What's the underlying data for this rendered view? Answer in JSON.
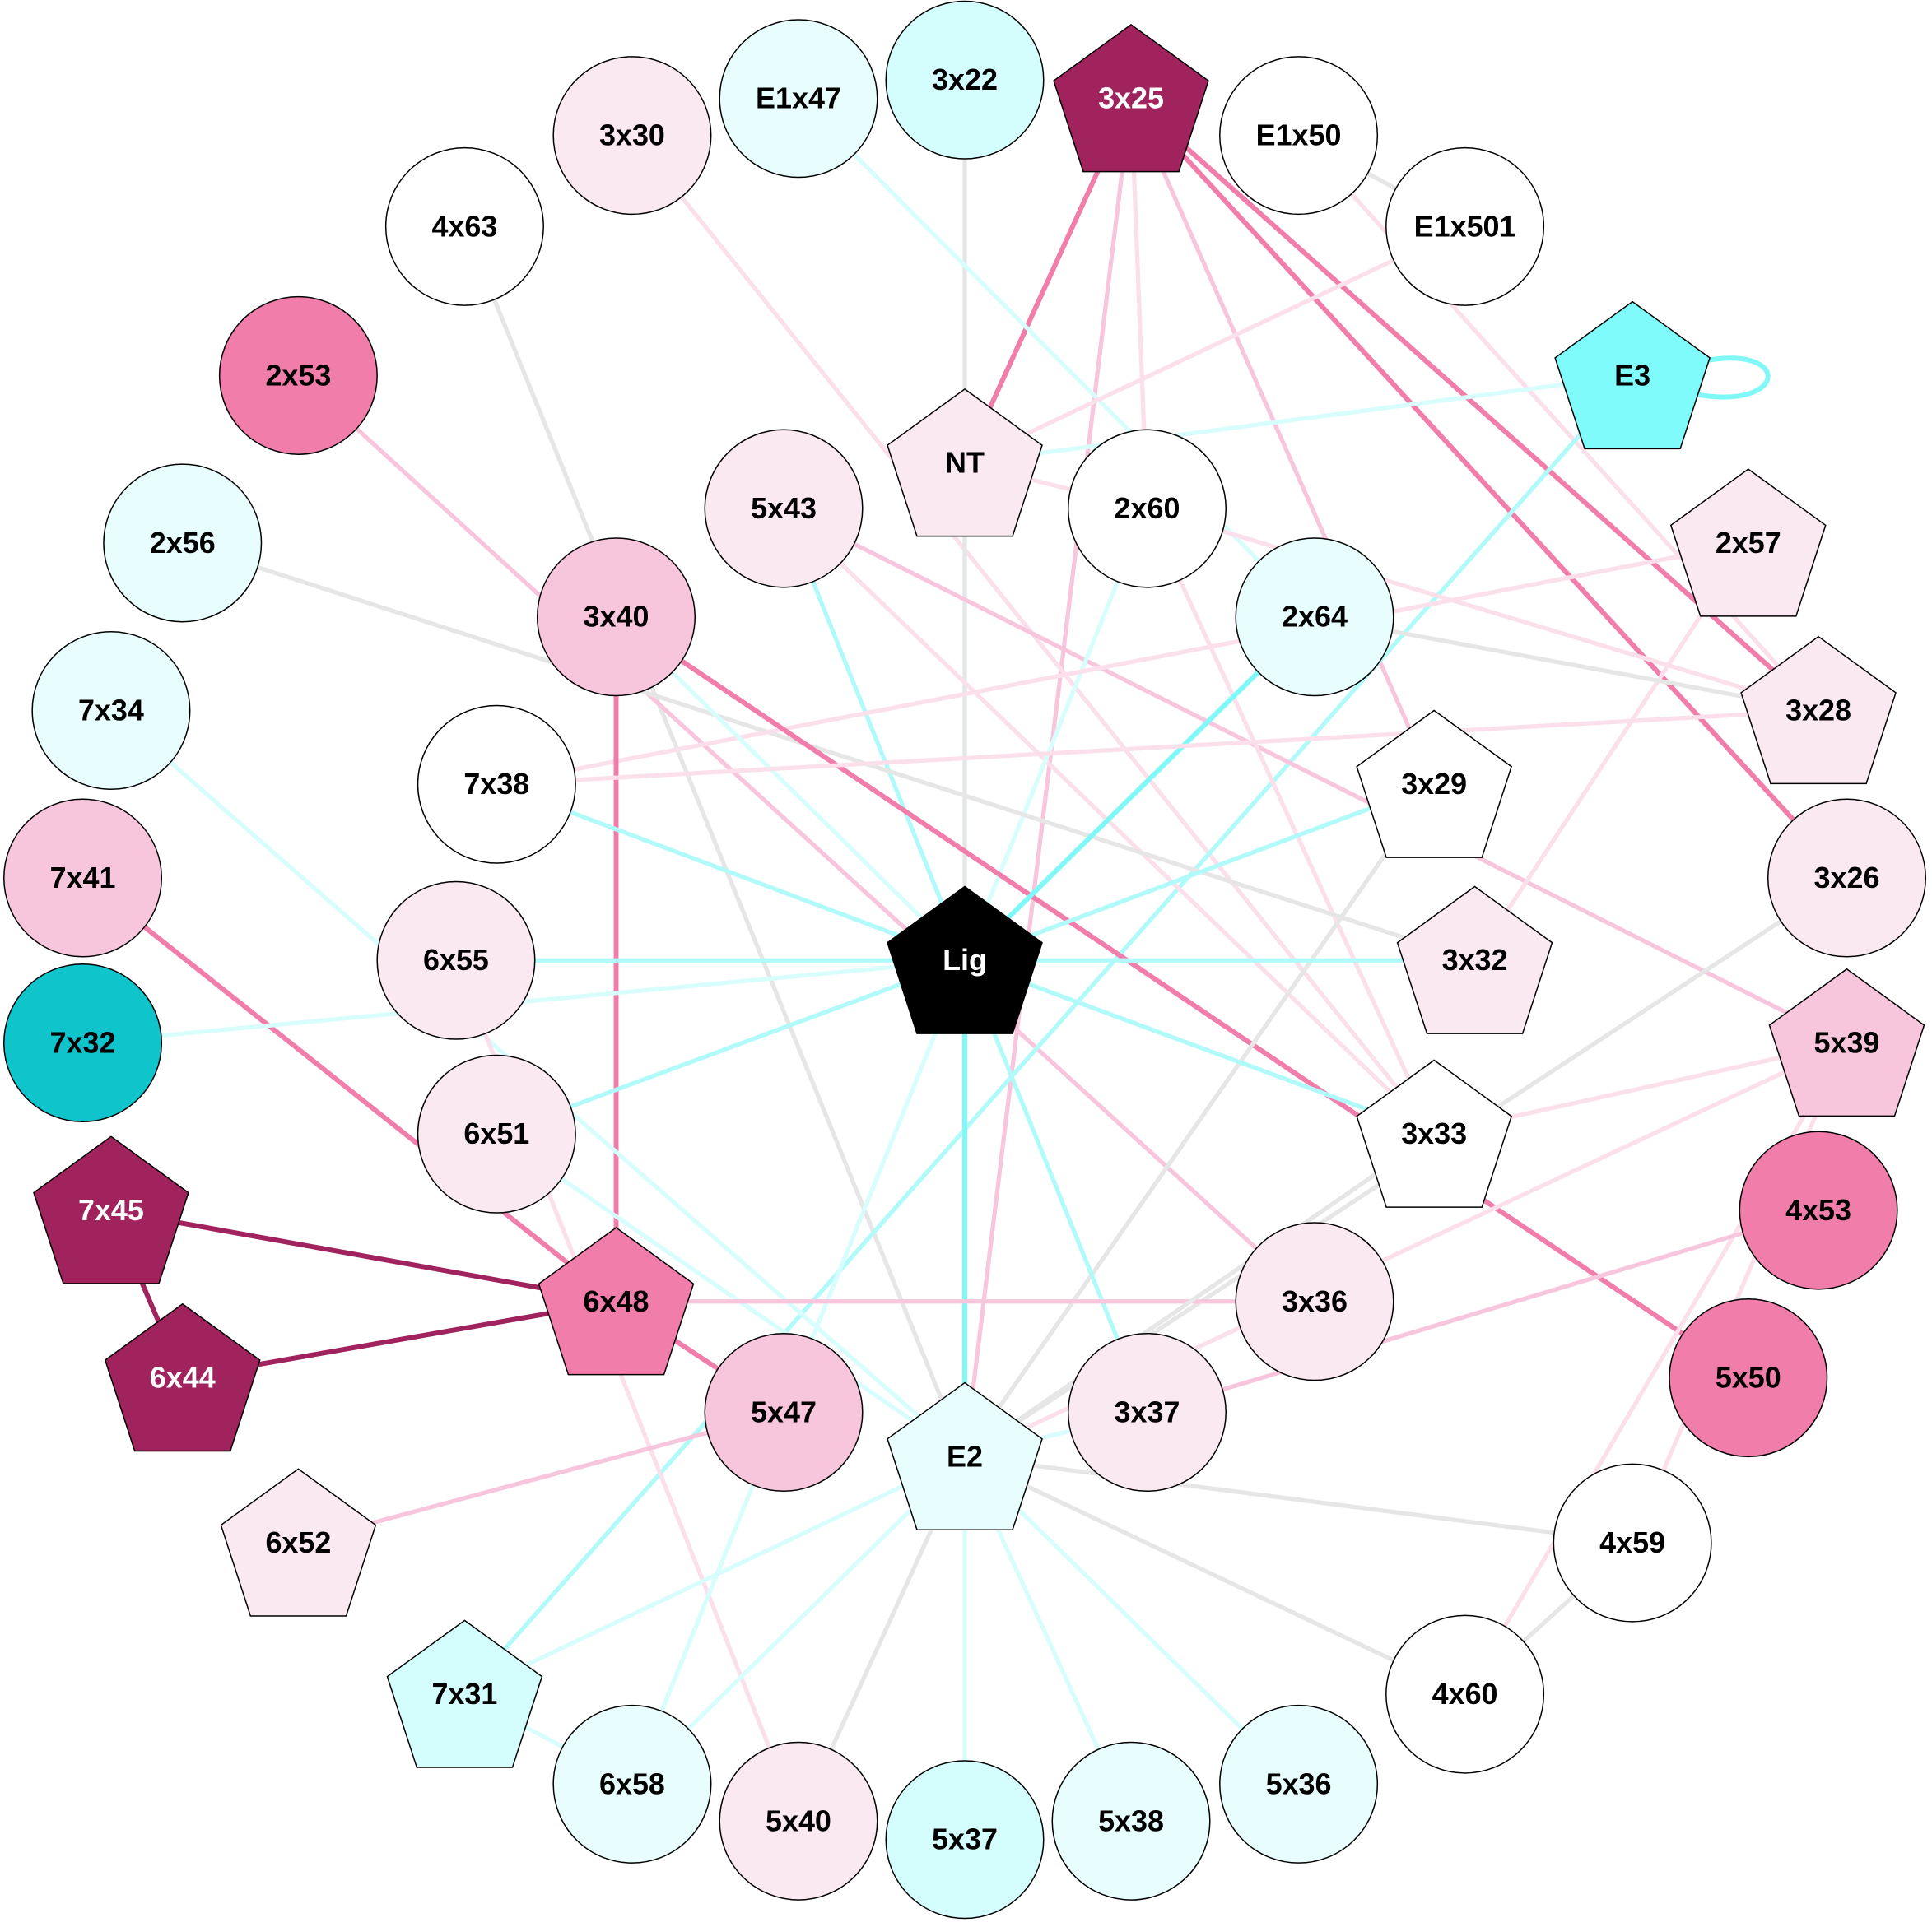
{
  "nodes": [
    {
      "id": "3x22",
      "shape": "circle",
      "fill": "#d4fdfd",
      "text": "#000"
    },
    {
      "id": "E1x47",
      "shape": "circle",
      "fill": "#e8fdfd",
      "text": "#000"
    },
    {
      "id": "3x30",
      "shape": "circle",
      "fill": "#fbe9f1",
      "text": "#000"
    },
    {
      "id": "3x25",
      "shape": "pentagon",
      "fill": "#a0235d",
      "text": "#fff"
    },
    {
      "id": "E1x50",
      "shape": "circle",
      "fill": "#ffffff",
      "text": "#000"
    },
    {
      "id": "E1x501",
      "shape": "circle",
      "fill": "#ffffff",
      "text": "#000"
    },
    {
      "id": "4x63",
      "shape": "circle",
      "fill": "#ffffff",
      "text": "#000"
    },
    {
      "id": "2x53",
      "shape": "circle",
      "fill": "#f07daa",
      "text": "#000"
    },
    {
      "id": "E3",
      "shape": "pentagon",
      "fill": "#80fbfb",
      "text": "#000"
    },
    {
      "id": "NT",
      "shape": "pentagon",
      "fill": "#fbe9f1",
      "text": "#000"
    },
    {
      "id": "5x43",
      "shape": "circle",
      "fill": "#fbe9f1",
      "text": "#000"
    },
    {
      "id": "2x60",
      "shape": "circle",
      "fill": "#ffffff",
      "text": "#000"
    },
    {
      "id": "2x56",
      "shape": "circle",
      "fill": "#e8fdfd",
      "text": "#000"
    },
    {
      "id": "2x57",
      "shape": "pentagon",
      "fill": "#fbe9f1",
      "text": "#000"
    },
    {
      "id": "3x40",
      "shape": "circle",
      "fill": "#f8c6dc",
      "text": "#000"
    },
    {
      "id": "2x64",
      "shape": "circle",
      "fill": "#e8fdfd",
      "text": "#000"
    },
    {
      "id": "7x34",
      "shape": "circle",
      "fill": "#e8fdfd",
      "text": "#000"
    },
    {
      "id": "3x28",
      "shape": "pentagon",
      "fill": "#fbe9f1",
      "text": "#000"
    },
    {
      "id": "7x38",
      "shape": "circle",
      "fill": "#ffffff",
      "text": "#000"
    },
    {
      "id": "3x29",
      "shape": "pentagon",
      "fill": "#ffffff",
      "text": "#000"
    },
    {
      "id": "7x41",
      "shape": "circle",
      "fill": "#f8c6dc",
      "text": "#000"
    },
    {
      "id": "3x26",
      "shape": "circle",
      "fill": "#fbe9f1",
      "text": "#000"
    },
    {
      "id": "6x55",
      "shape": "circle",
      "fill": "#fbe9f1",
      "text": "#000"
    },
    {
      "id": "Lig",
      "shape": "pentagon",
      "fill": "#000000",
      "text": "#fff"
    },
    {
      "id": "3x32",
      "shape": "pentagon",
      "fill": "#fbe9f1",
      "text": "#000"
    },
    {
      "id": "7x32",
      "shape": "circle",
      "fill": "#10c4cc",
      "text": "#000"
    },
    {
      "id": "5x39",
      "shape": "pentagon",
      "fill": "#f8c6dc",
      "text": "#000"
    },
    {
      "id": "6x51",
      "shape": "circle",
      "fill": "#fbe9f1",
      "text": "#000"
    },
    {
      "id": "3x33",
      "shape": "pentagon",
      "fill": "#ffffff",
      "text": "#000"
    },
    {
      "id": "7x45",
      "shape": "pentagon",
      "fill": "#a0235d",
      "text": "#fff"
    },
    {
      "id": "4x53",
      "shape": "circle",
      "fill": "#f07daa",
      "text": "#000"
    },
    {
      "id": "6x48",
      "shape": "pentagon",
      "fill": "#f07daa",
      "text": "#000"
    },
    {
      "id": "3x36",
      "shape": "circle",
      "fill": "#fbe9f1",
      "text": "#000"
    },
    {
      "id": "6x44",
      "shape": "pentagon",
      "fill": "#a0235d",
      "text": "#fff"
    },
    {
      "id": "5x50",
      "shape": "circle",
      "fill": "#f07daa",
      "text": "#000"
    },
    {
      "id": "5x47",
      "shape": "circle",
      "fill": "#f8c6dc",
      "text": "#000"
    },
    {
      "id": "3x37",
      "shape": "circle",
      "fill": "#fbe9f1",
      "text": "#000"
    },
    {
      "id": "E2",
      "shape": "pentagon",
      "fill": "#e8fdfd",
      "text": "#000"
    },
    {
      "id": "6x52",
      "shape": "pentagon",
      "fill": "#fbe9f1",
      "text": "#000"
    },
    {
      "id": "4x59",
      "shape": "circle",
      "fill": "#ffffff",
      "text": "#000"
    },
    {
      "id": "7x31",
      "shape": "pentagon",
      "fill": "#d4fdfd",
      "text": "#000"
    },
    {
      "id": "4x60",
      "shape": "circle",
      "fill": "#ffffff",
      "text": "#000"
    },
    {
      "id": "6x58",
      "shape": "circle",
      "fill": "#e8fdfd",
      "text": "#000"
    },
    {
      "id": "5x36",
      "shape": "circle",
      "fill": "#e8fdfd",
      "text": "#000"
    },
    {
      "id": "5x40",
      "shape": "circle",
      "fill": "#fbe9f1",
      "text": "#000"
    },
    {
      "id": "5x38",
      "shape": "circle",
      "fill": "#e8fdfd",
      "text": "#000"
    },
    {
      "id": "5x37",
      "shape": "circle",
      "fill": "#d4fdfd",
      "text": "#000"
    }
  ],
  "edges": [
    {
      "s": "3x22",
      "t": "NT",
      "color": "#e6e6e6"
    },
    {
      "s": "3x25",
      "t": "NT",
      "color": "#f07daa"
    },
    {
      "s": "3x25",
      "t": "E2",
      "color": "#f8c6dc"
    },
    {
      "s": "3x25",
      "t": "3x26",
      "color": "#f07daa"
    },
    {
      "s": "3x25",
      "t": "3x28",
      "color": "#f07daa"
    },
    {
      "s": "3x25",
      "t": "3x29",
      "color": "#f8c6dc"
    },
    {
      "s": "3x25",
      "t": "2x60",
      "color": "#fbe0ec"
    },
    {
      "s": "E1x47",
      "t": "2x64",
      "color": "#d8fdfd"
    },
    {
      "s": "E1x50",
      "t": "3x28",
      "color": "#fbe0ec"
    },
    {
      "s": "E1x501",
      "t": "NT",
      "color": "#fbe0ec"
    },
    {
      "s": "E1x501",
      "t": "E1x50",
      "color": "#e6e6e6"
    },
    {
      "s": "4x63",
      "t": "E2",
      "color": "#e6e6e6"
    },
    {
      "s": "3x30",
      "t": "3x33",
      "color": "#fbe0ec"
    },
    {
      "s": "2x53",
      "t": "3x36",
      "color": "#f8c6dc"
    },
    {
      "s": "E3",
      "t": "NT",
      "color": "#d8fdfd"
    },
    {
      "s": "E3",
      "t": "7x31",
      "color": "#b0fafa"
    },
    {
      "s": "E3",
      "t": "E3",
      "color": "#80f8f8"
    },
    {
      "s": "NT",
      "t": "Lig",
      "color": "#b0fafa"
    },
    {
      "s": "NT",
      "t": "E2",
      "color": "#e6e6e6"
    },
    {
      "s": "5x43",
      "t": "Lig",
      "color": "#b0fafa"
    },
    {
      "s": "5x43",
      "t": "5x39",
      "color": "#f8c6dc"
    },
    {
      "s": "5x43",
      "t": "3x33",
      "color": "#fbe0ec"
    },
    {
      "s": "2x60",
      "t": "Lig",
      "color": "#d8fdfd"
    },
    {
      "s": "2x60",
      "t": "3x28",
      "color": "#fbe0ec"
    },
    {
      "s": "2x60",
      "t": "3x33",
      "color": "#fbe0ec"
    },
    {
      "s": "2x60",
      "t": "NT",
      "color": "#fbe0ec"
    },
    {
      "s": "2x56",
      "t": "3x32",
      "color": "#e6e6e6"
    },
    {
      "s": "2x57",
      "t": "3x32",
      "color": "#fbe0ec"
    },
    {
      "s": "2x57",
      "t": "7x38",
      "color": "#fbe0ec"
    },
    {
      "s": "3x40",
      "t": "6x48",
      "color": "#f07daa"
    },
    {
      "s": "3x40",
      "t": "5x50",
      "color": "#f07daa"
    },
    {
      "s": "3x40",
      "t": "Lig",
      "color": "#d8fdfd"
    },
    {
      "s": "2x64",
      "t": "Lig",
      "color": "#80f8f8"
    },
    {
      "s": "2x64",
      "t": "3x28",
      "color": "#e6e6e6"
    },
    {
      "s": "7x34",
      "t": "E2",
      "color": "#d8fdfd"
    },
    {
      "s": "7x38",
      "t": "Lig",
      "color": "#b0fafa"
    },
    {
      "s": "3x28",
      "t": "7x38",
      "color": "#fbe0ec"
    },
    {
      "s": "3x29",
      "t": "Lig",
      "color": "#b0fafa"
    },
    {
      "s": "3x29",
      "t": "E2",
      "color": "#e6e6e6"
    },
    {
      "s": "7x41",
      "t": "6x48",
      "color": "#f07daa"
    },
    {
      "s": "6x55",
      "t": "Lig",
      "color": "#b0fafa"
    },
    {
      "s": "6x55",
      "t": "5x40",
      "color": "#fbe0ec"
    },
    {
      "s": "Lig",
      "t": "3x32",
      "color": "#b0fafa"
    },
    {
      "s": "Lig",
      "t": "7x32",
      "color": "#d8fdfd"
    },
    {
      "s": "Lig",
      "t": "6x51",
      "color": "#b0fafa"
    },
    {
      "s": "Lig",
      "t": "3x33",
      "color": "#b0fafa"
    },
    {
      "s": "Lig",
      "t": "E2",
      "color": "#80f8f8"
    },
    {
      "s": "Lig",
      "t": "3x37",
      "color": "#b0fafa"
    },
    {
      "s": "Lig",
      "t": "6x58",
      "color": "#d8fdfd"
    },
    {
      "s": "3x26",
      "t": "E2",
      "color": "#e6e6e6"
    },
    {
      "s": "5x39",
      "t": "E2",
      "color": "#fbe0ec"
    },
    {
      "s": "5x39",
      "t": "3x33",
      "color": "#fbe0ec"
    },
    {
      "s": "5x39",
      "t": "4x60",
      "color": "#fbe0ec"
    },
    {
      "s": "5x39",
      "t": "4x59",
      "color": "#fbe0ec"
    },
    {
      "s": "6x51",
      "t": "E2",
      "color": "#d8fdfd"
    },
    {
      "s": "7x45",
      "t": "6x48",
      "color": "#a0235d"
    },
    {
      "s": "7x45",
      "t": "6x44",
      "color": "#a0235d"
    },
    {
      "s": "6x44",
      "t": "6x48",
      "color": "#a0235d"
    },
    {
      "s": "4x53",
      "t": "3x37",
      "color": "#f8c6dc"
    },
    {
      "s": "6x48",
      "t": "3x36",
      "color": "#f8c6dc"
    },
    {
      "s": "6x48",
      "t": "5x47",
      "color": "#f07daa"
    },
    {
      "s": "3x33",
      "t": "E2",
      "color": "#e6e6e6"
    },
    {
      "s": "5x47",
      "t": "6x52",
      "color": "#f8c6dc"
    },
    {
      "s": "E2",
      "t": "4x59",
      "color": "#e6e6e6"
    },
    {
      "s": "E2",
      "t": "4x60",
      "color": "#e6e6e6"
    },
    {
      "s": "E2",
      "t": "5x40",
      "color": "#e6e6e6"
    },
    {
      "s": "E2",
      "t": "5x37",
      "color": "#d8fdfd"
    },
    {
      "s": "E2",
      "t": "5x38",
      "color": "#d8fdfd"
    },
    {
      "s": "E2",
      "t": "5x36",
      "color": "#d8fdfd"
    },
    {
      "s": "E2",
      "t": "6x58",
      "color": "#d8fdfd"
    },
    {
      "s": "E2",
      "t": "7x31",
      "color": "#d8fdfd"
    },
    {
      "s": "E2",
      "t": "3x37",
      "color": "#d8fdfd"
    },
    {
      "s": "7x31",
      "t": "6x58",
      "color": "#d8fdfd"
    },
    {
      "s": "4x59",
      "t": "4x60",
      "color": "#e6e6e6"
    }
  ]
}
